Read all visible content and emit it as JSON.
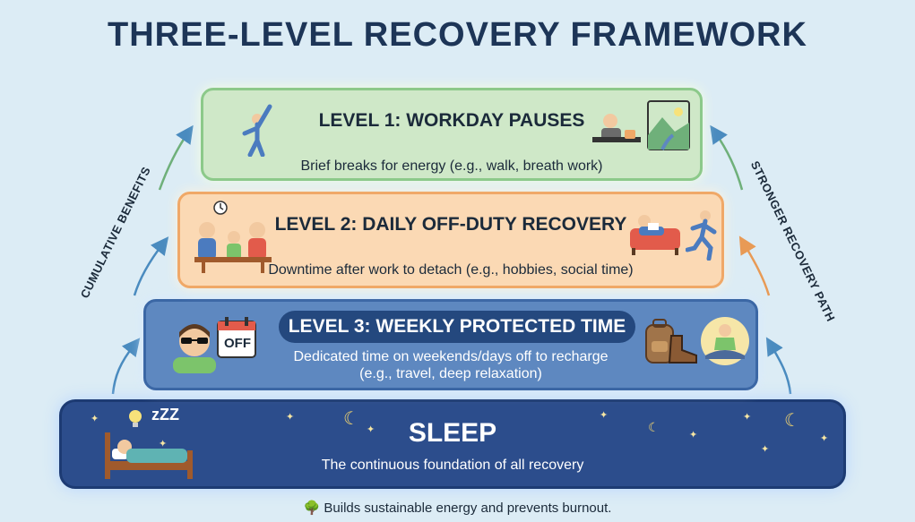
{
  "title": "THREE-LEVEL RECOVERY FRAMEWORK",
  "levels": [
    {
      "heading": "LEVEL 1: WORKDAY PAUSES",
      "description": "Brief breaks for energy (e.g., walk, breath work)",
      "color": "#cfe8c8"
    },
    {
      "heading": "LEVEL 2: DAILY OFF-DUTY RECOVERY",
      "description": "Downtime after work to detach (e.g., hobbies, social time)",
      "color": "#fbd9b4"
    },
    {
      "heading": "LEVEL 3: WEEKLY PROTECTED TIME",
      "description_line1": "Dedicated time on weekends/days off to recharge",
      "description_line2": "(e.g., travel, deep relaxation)",
      "color": "#5e88c0"
    }
  ],
  "foundation": {
    "heading": "SLEEP",
    "description": "The continuous foundation of all recovery",
    "color": "#2c4d8c"
  },
  "side_labels": {
    "left": "CUMULATIVE BENEFITS",
    "right": "STRONGER RECOVERY PATH"
  },
  "calendar_badge": "OFF",
  "sleep_z": "zZZ",
  "footer": "Builds sustainable energy and prevents burnout.",
  "icons": [
    "stretching-person-icon",
    "tired-desk-worker-icon",
    "landscape-picture-icon",
    "family-dinner-icon",
    "clock-icon",
    "couch-reading-icon",
    "jogger-icon",
    "sunglasses-person-icon",
    "calendar-off-icon",
    "backpack-icon",
    "hiking-boot-icon",
    "meditation-icon",
    "bed-sleeper-icon",
    "lightbulb-icon",
    "moon-icon",
    "star-icon",
    "tree-icon"
  ]
}
